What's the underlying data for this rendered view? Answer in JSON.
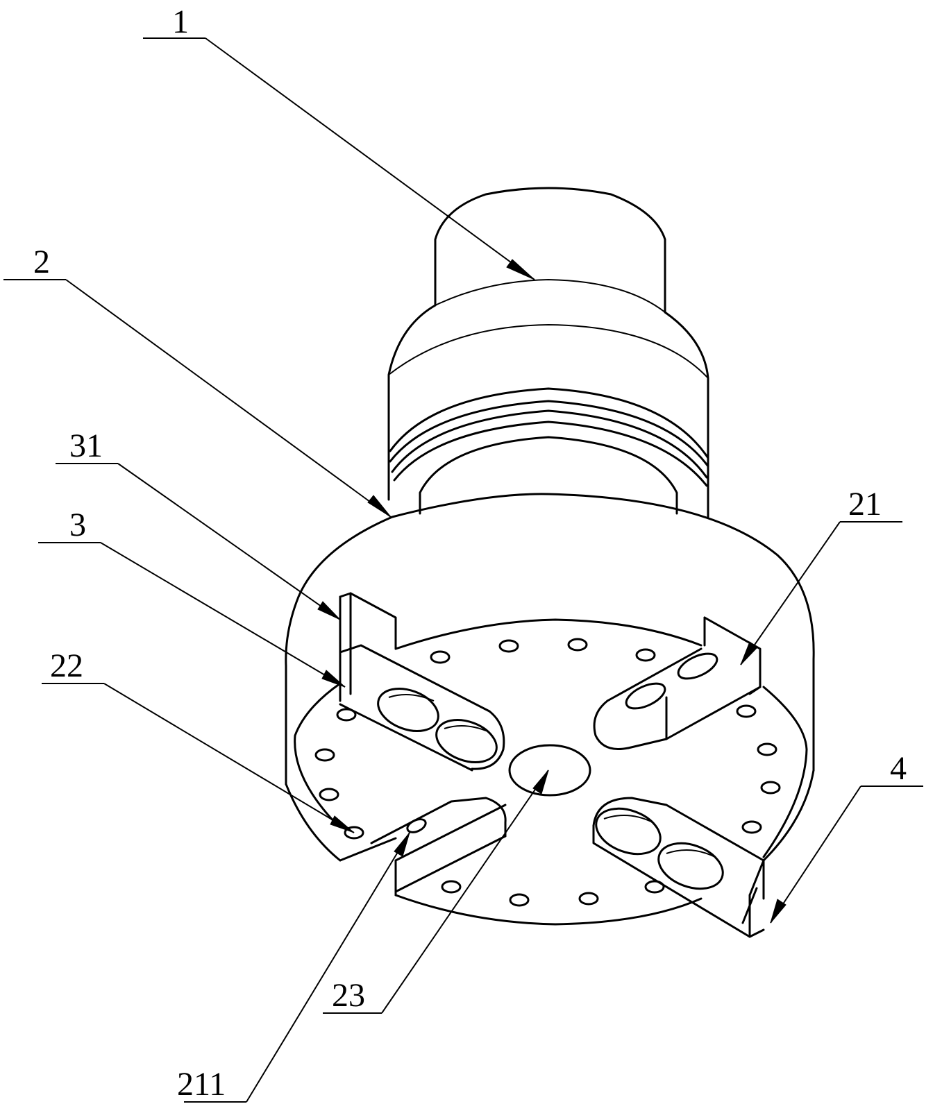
{
  "labels": {
    "l1": "1",
    "l2": "2",
    "l31": "31",
    "l3": "3",
    "l22": "22",
    "l21": "21",
    "l4": "4",
    "l23": "23",
    "l211": "211"
  },
  "colors": {
    "line": "#000000",
    "background": "#ffffff"
  }
}
